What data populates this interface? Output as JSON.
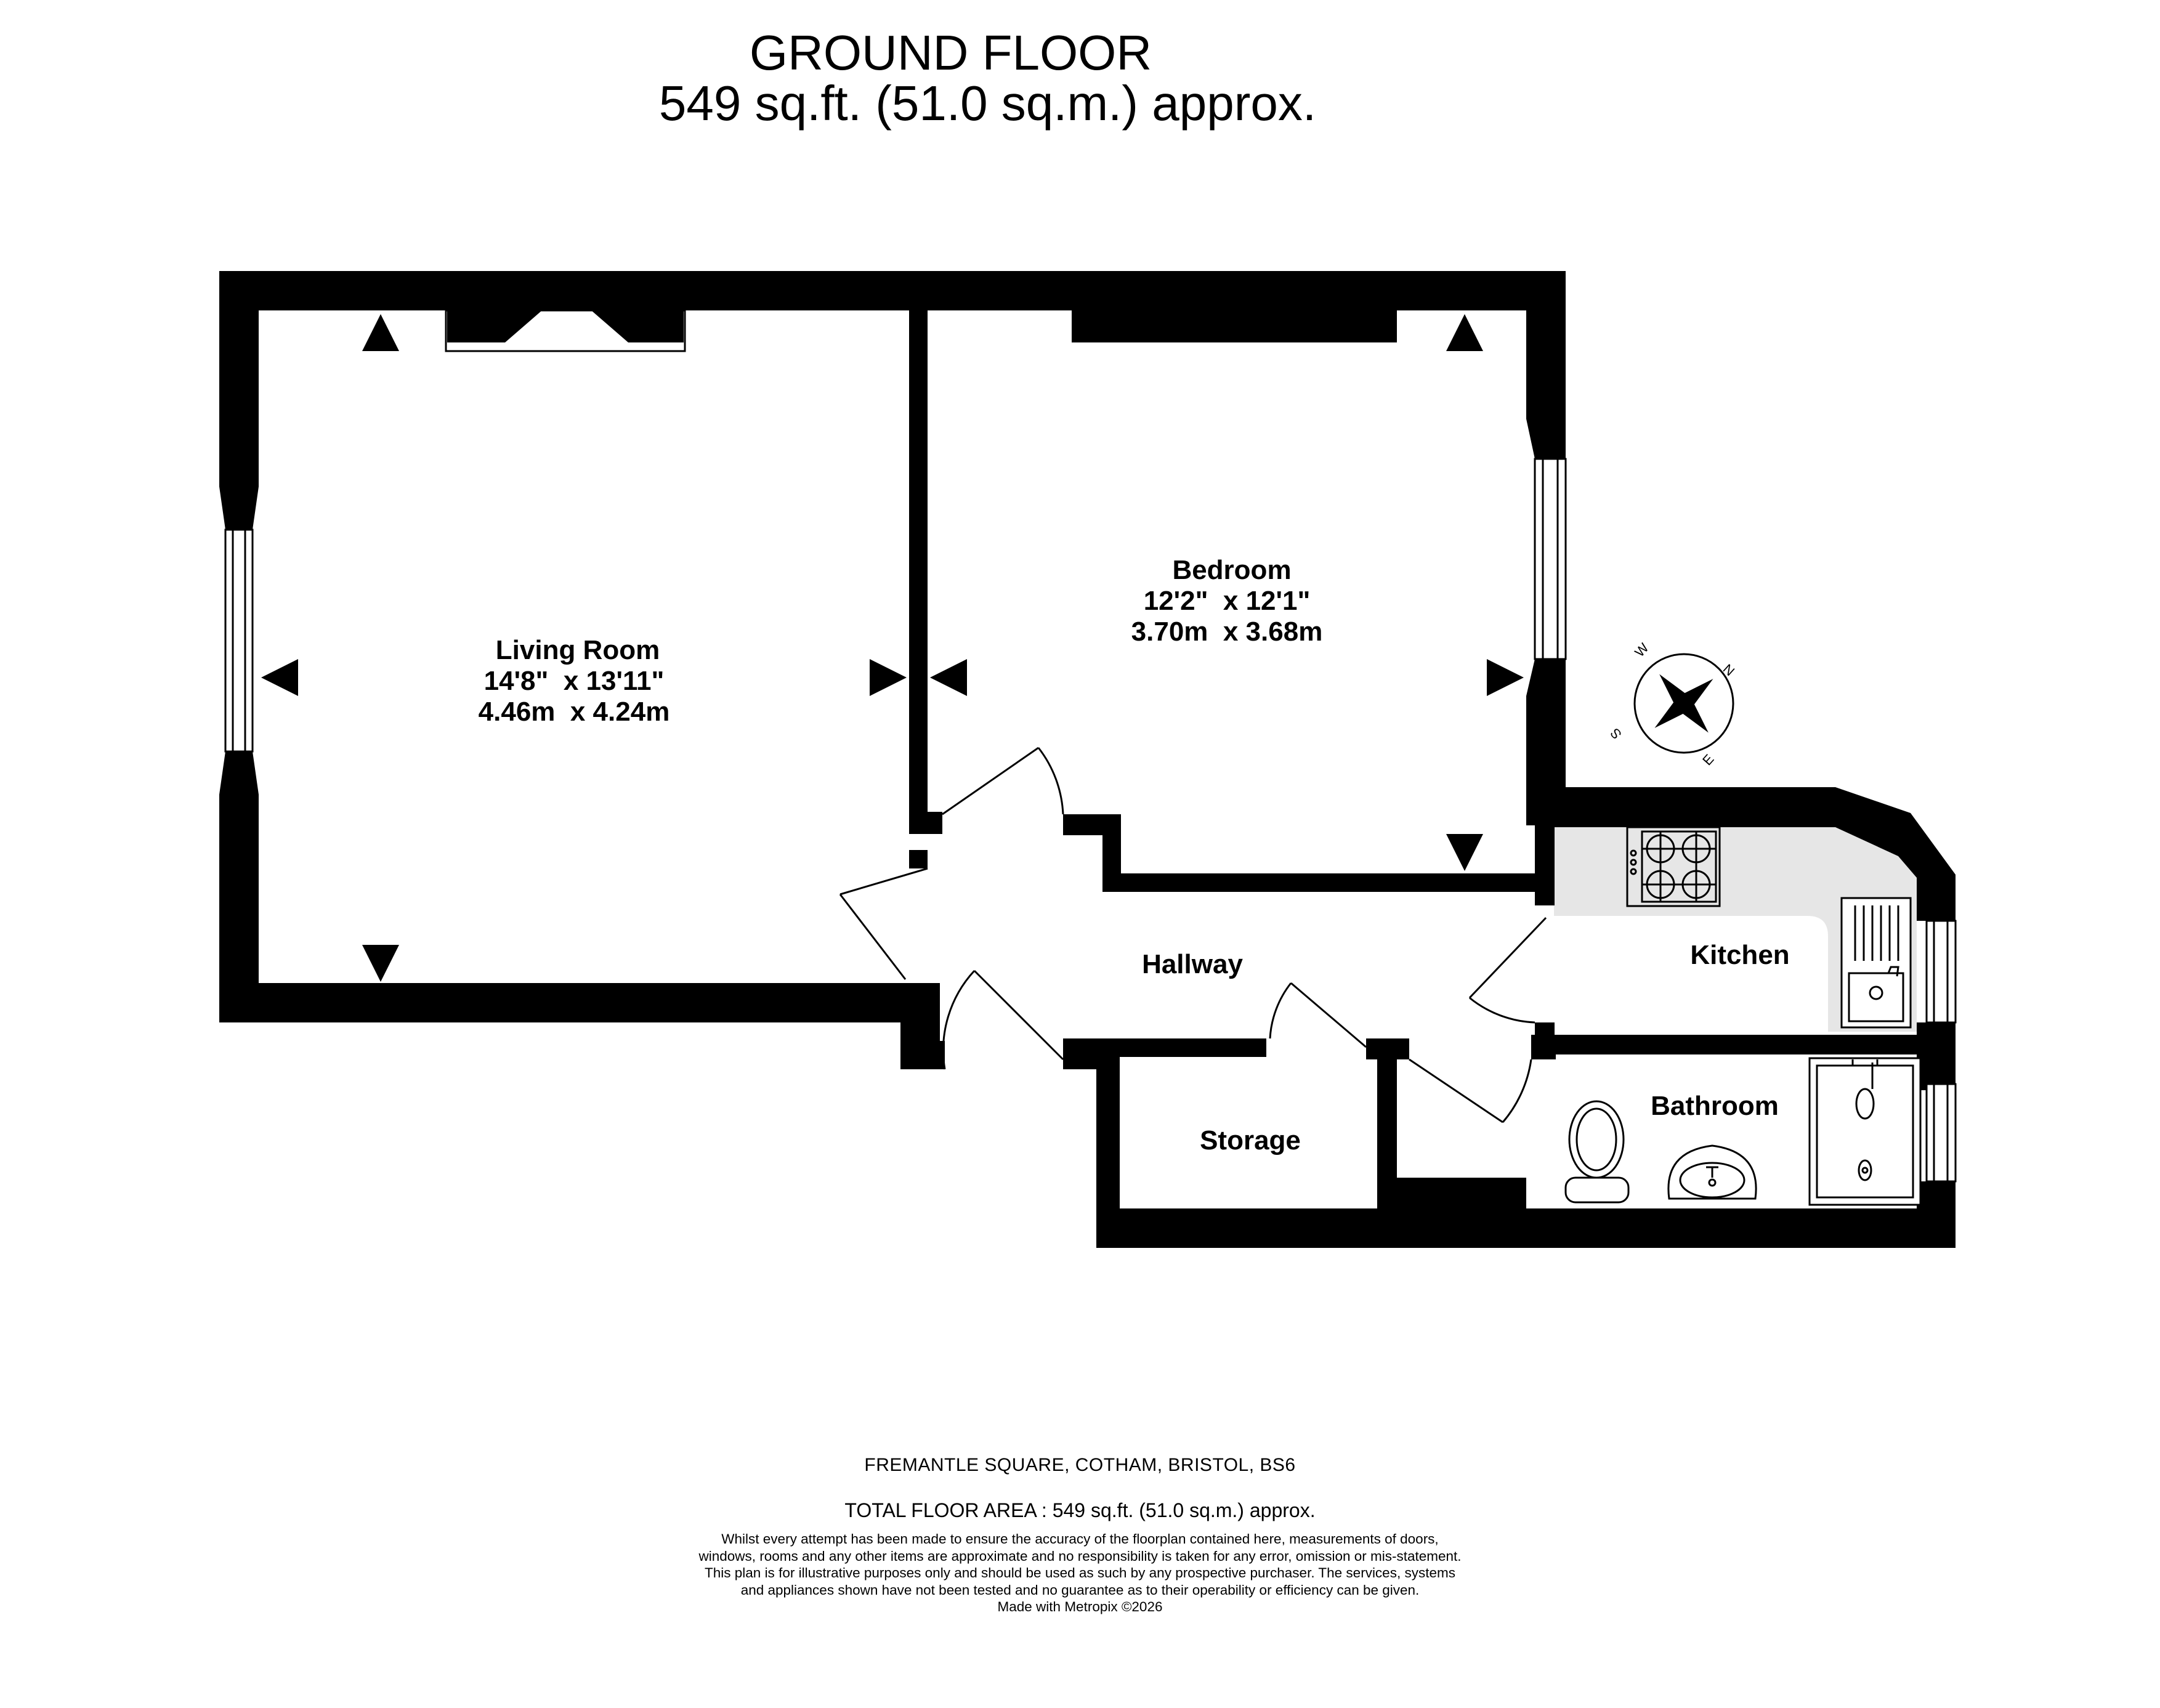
{
  "header": {
    "floor_name": "GROUND FLOOR",
    "floor_area": "549 sq.ft. (51.0 sq.m.) approx."
  },
  "rooms": {
    "living_room": {
      "name": "Living Room",
      "imperial": "14'8\"  x 13'11\"",
      "metric": "4.46m  x 4.24m"
    },
    "bedroom": {
      "name": "Bedroom",
      "imperial": "12'2\"  x 12'1\"",
      "metric": "3.70m  x 3.68m"
    },
    "hallway": {
      "name": "Hallway"
    },
    "kitchen": {
      "name": "Kitchen"
    },
    "bathroom": {
      "name": "Bathroom"
    },
    "storage": {
      "name": "Storage"
    }
  },
  "compass": {
    "north": "N",
    "east": "E",
    "south": "S",
    "west": "W"
  },
  "footer": {
    "address": "FREMANTLE SQUARE, COTHAM, BRISTOL, BS6",
    "total_area": "TOTAL FLOOR AREA : 549 sq.ft. (51.0 sq.m.) approx.",
    "disclaimer": "Whilst every attempt has been made to ensure the accuracy of the floorplan contained here, measurements of doors, windows, rooms and any other items are approximate and no responsibility is taken for any error, omission or mis-statement. This plan is for illustrative purposes only and should be used as such by any prospective purchaser. The services, systems and appliances shown have not been tested and no guarantee as to their operability or efficiency can be given.",
    "credit": "Made with Metropix ©2026"
  },
  "colors": {
    "wall": "#000000",
    "kitchen_worktop": "#e6e6e6",
    "background": "#ffffff"
  }
}
